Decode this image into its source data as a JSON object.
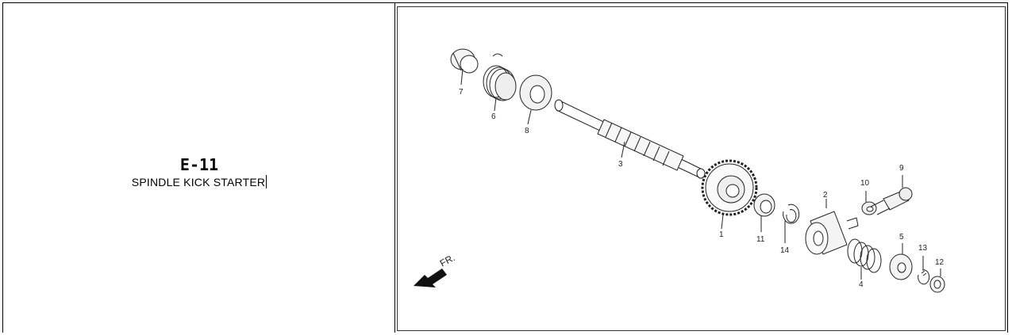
{
  "part": {
    "code": "E-11",
    "name": "SPINDLE KICK STARTER"
  },
  "diagram": {
    "direction_label": "FR.",
    "callouts": [
      {
        "id": "7",
        "label": "7"
      },
      {
        "id": "6",
        "label": "6"
      },
      {
        "id": "8",
        "label": "8"
      },
      {
        "id": "3",
        "label": "3"
      },
      {
        "id": "1",
        "label": "1"
      },
      {
        "id": "11",
        "label": "11"
      },
      {
        "id": "14",
        "label": "14"
      },
      {
        "id": "2",
        "label": "2"
      },
      {
        "id": "10",
        "label": "10"
      },
      {
        "id": "9",
        "label": "9"
      },
      {
        "id": "4",
        "label": "4"
      },
      {
        "id": "5",
        "label": "5"
      },
      {
        "id": "13",
        "label": "13"
      },
      {
        "id": "12",
        "label": "12"
      }
    ]
  }
}
